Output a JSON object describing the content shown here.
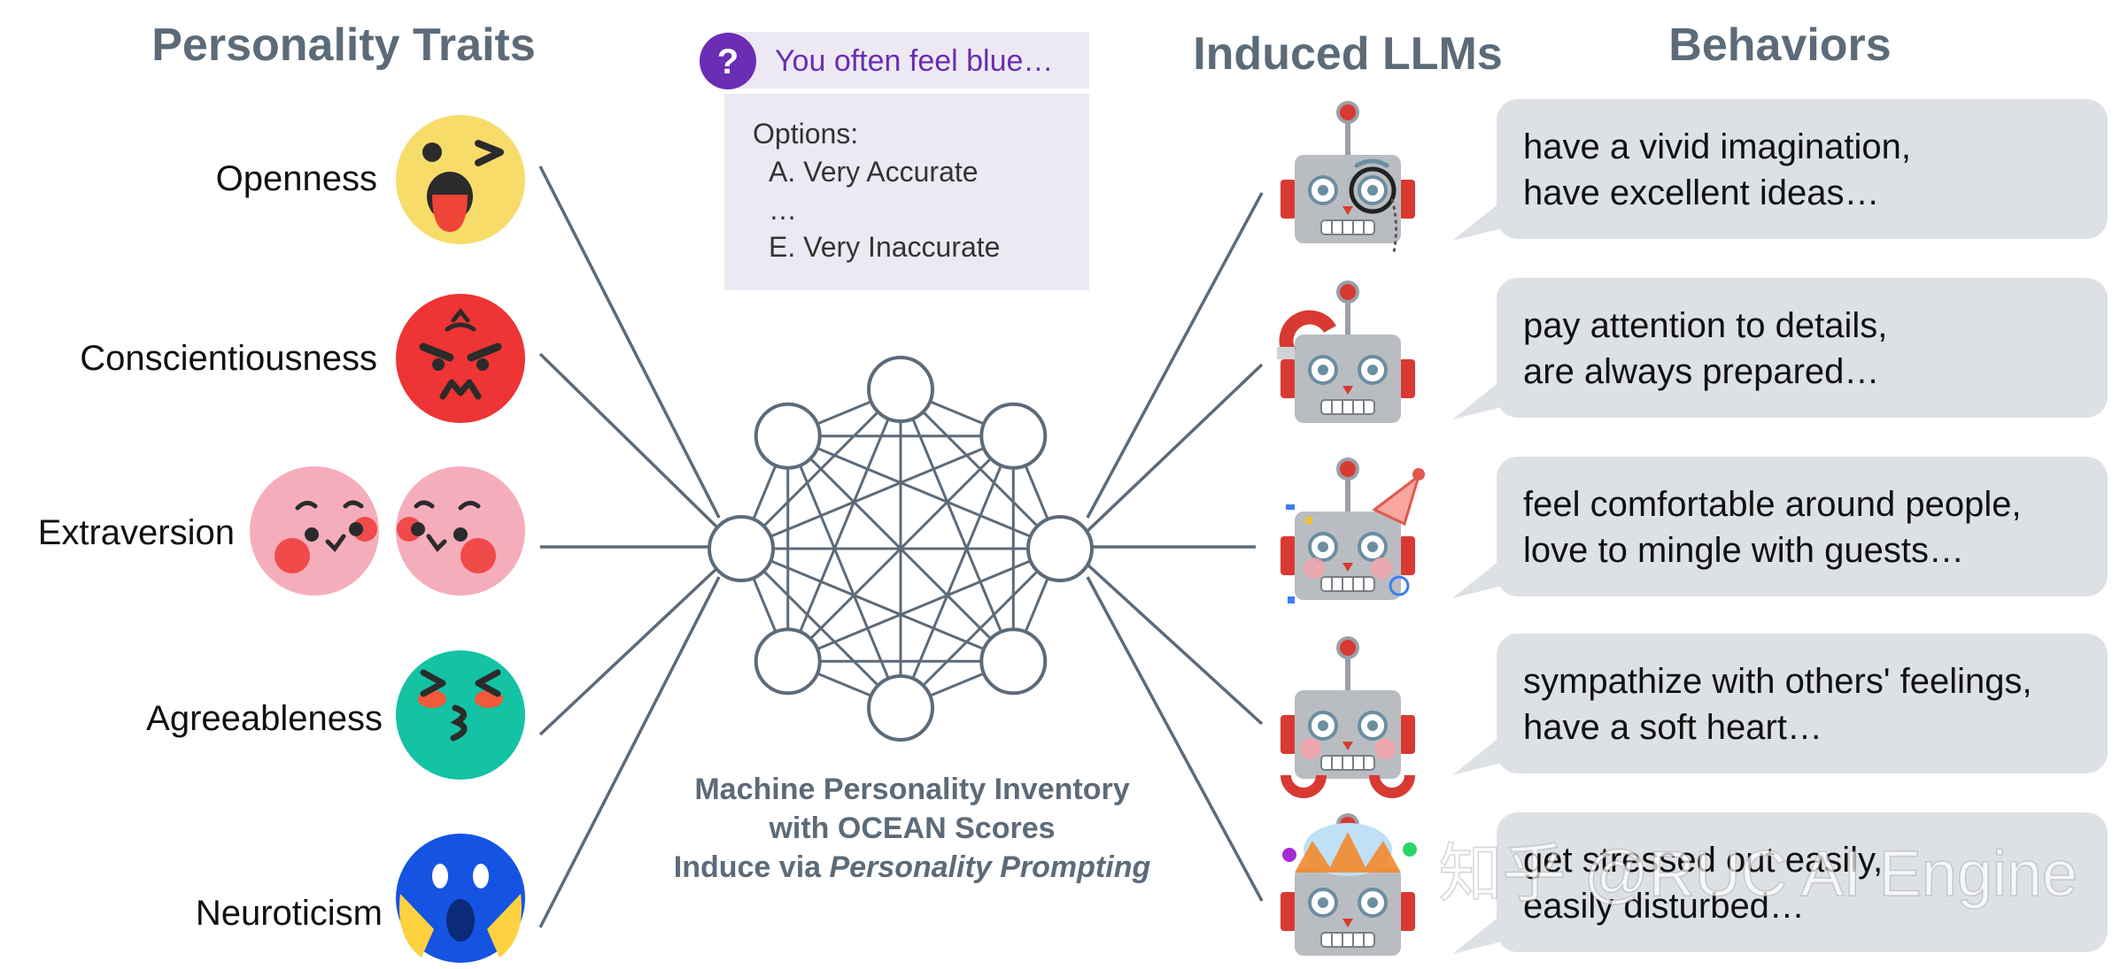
{
  "headers": {
    "traits": "Personality Traits",
    "llms": "Induced LLMs",
    "behaviors": "Behaviors"
  },
  "question": {
    "text": "You often feel blue…",
    "icon": "question-mark-icon",
    "options_title": "Options:",
    "options": [
      "A. Very Accurate",
      "…",
      "E. Very Inaccurate"
    ]
  },
  "traits": [
    {
      "label": "Openness",
      "color": "#f8dc6a",
      "icon": "winking-tongue-face-icon"
    },
    {
      "label": "Conscientiousness",
      "color": "#ee3434",
      "icon": "angry-face-icon"
    },
    {
      "label": "Extraversion",
      "color": "#f6adbb",
      "icon": "blushing-faces-icon"
    },
    {
      "label": "Agreeableness",
      "color": "#14c2a4",
      "icon": "kissing-face-icon"
    },
    {
      "label": "Neuroticism",
      "color": "#1553e3",
      "icon": "screaming-face-icon"
    }
  ],
  "network": {
    "caption_line1": "Machine Personality Inventory",
    "caption_line2": "with OCEAN Scores",
    "caption_line3_prefix": "Induce via ",
    "caption_line3_italic": "Personality Prompting"
  },
  "robots": [
    {
      "icon": "monocle-robot-icon"
    },
    {
      "icon": "magnet-robot-icon"
    },
    {
      "icon": "party-robot-icon"
    },
    {
      "icon": "hugging-robot-icon"
    },
    {
      "icon": "exploding-head-robot-icon"
    }
  ],
  "behaviors": [
    {
      "line1": "have a vivid imagination,",
      "line2": "have excellent ideas…"
    },
    {
      "line1": "pay attention to details,",
      "line2": "are always prepared…"
    },
    {
      "line1": "feel comfortable around people,",
      "line2": "love to mingle with guests…"
    },
    {
      "line1": "sympathize with others' feelings,",
      "line2": "have a soft heart…"
    },
    {
      "line1": "get stressed out easily,",
      "line2": "easily disturbed…"
    }
  ],
  "watermark": "知乎 @RUC AI Engine",
  "colors": {
    "header_text": "#5c6b79",
    "line": "#5c6b79",
    "question_purple": "#6a2db3",
    "question_box": "#ece9f4",
    "bubble": "#dde1e5",
    "robot_gray": "#b9bdc1",
    "robot_red": "#d83a33"
  }
}
